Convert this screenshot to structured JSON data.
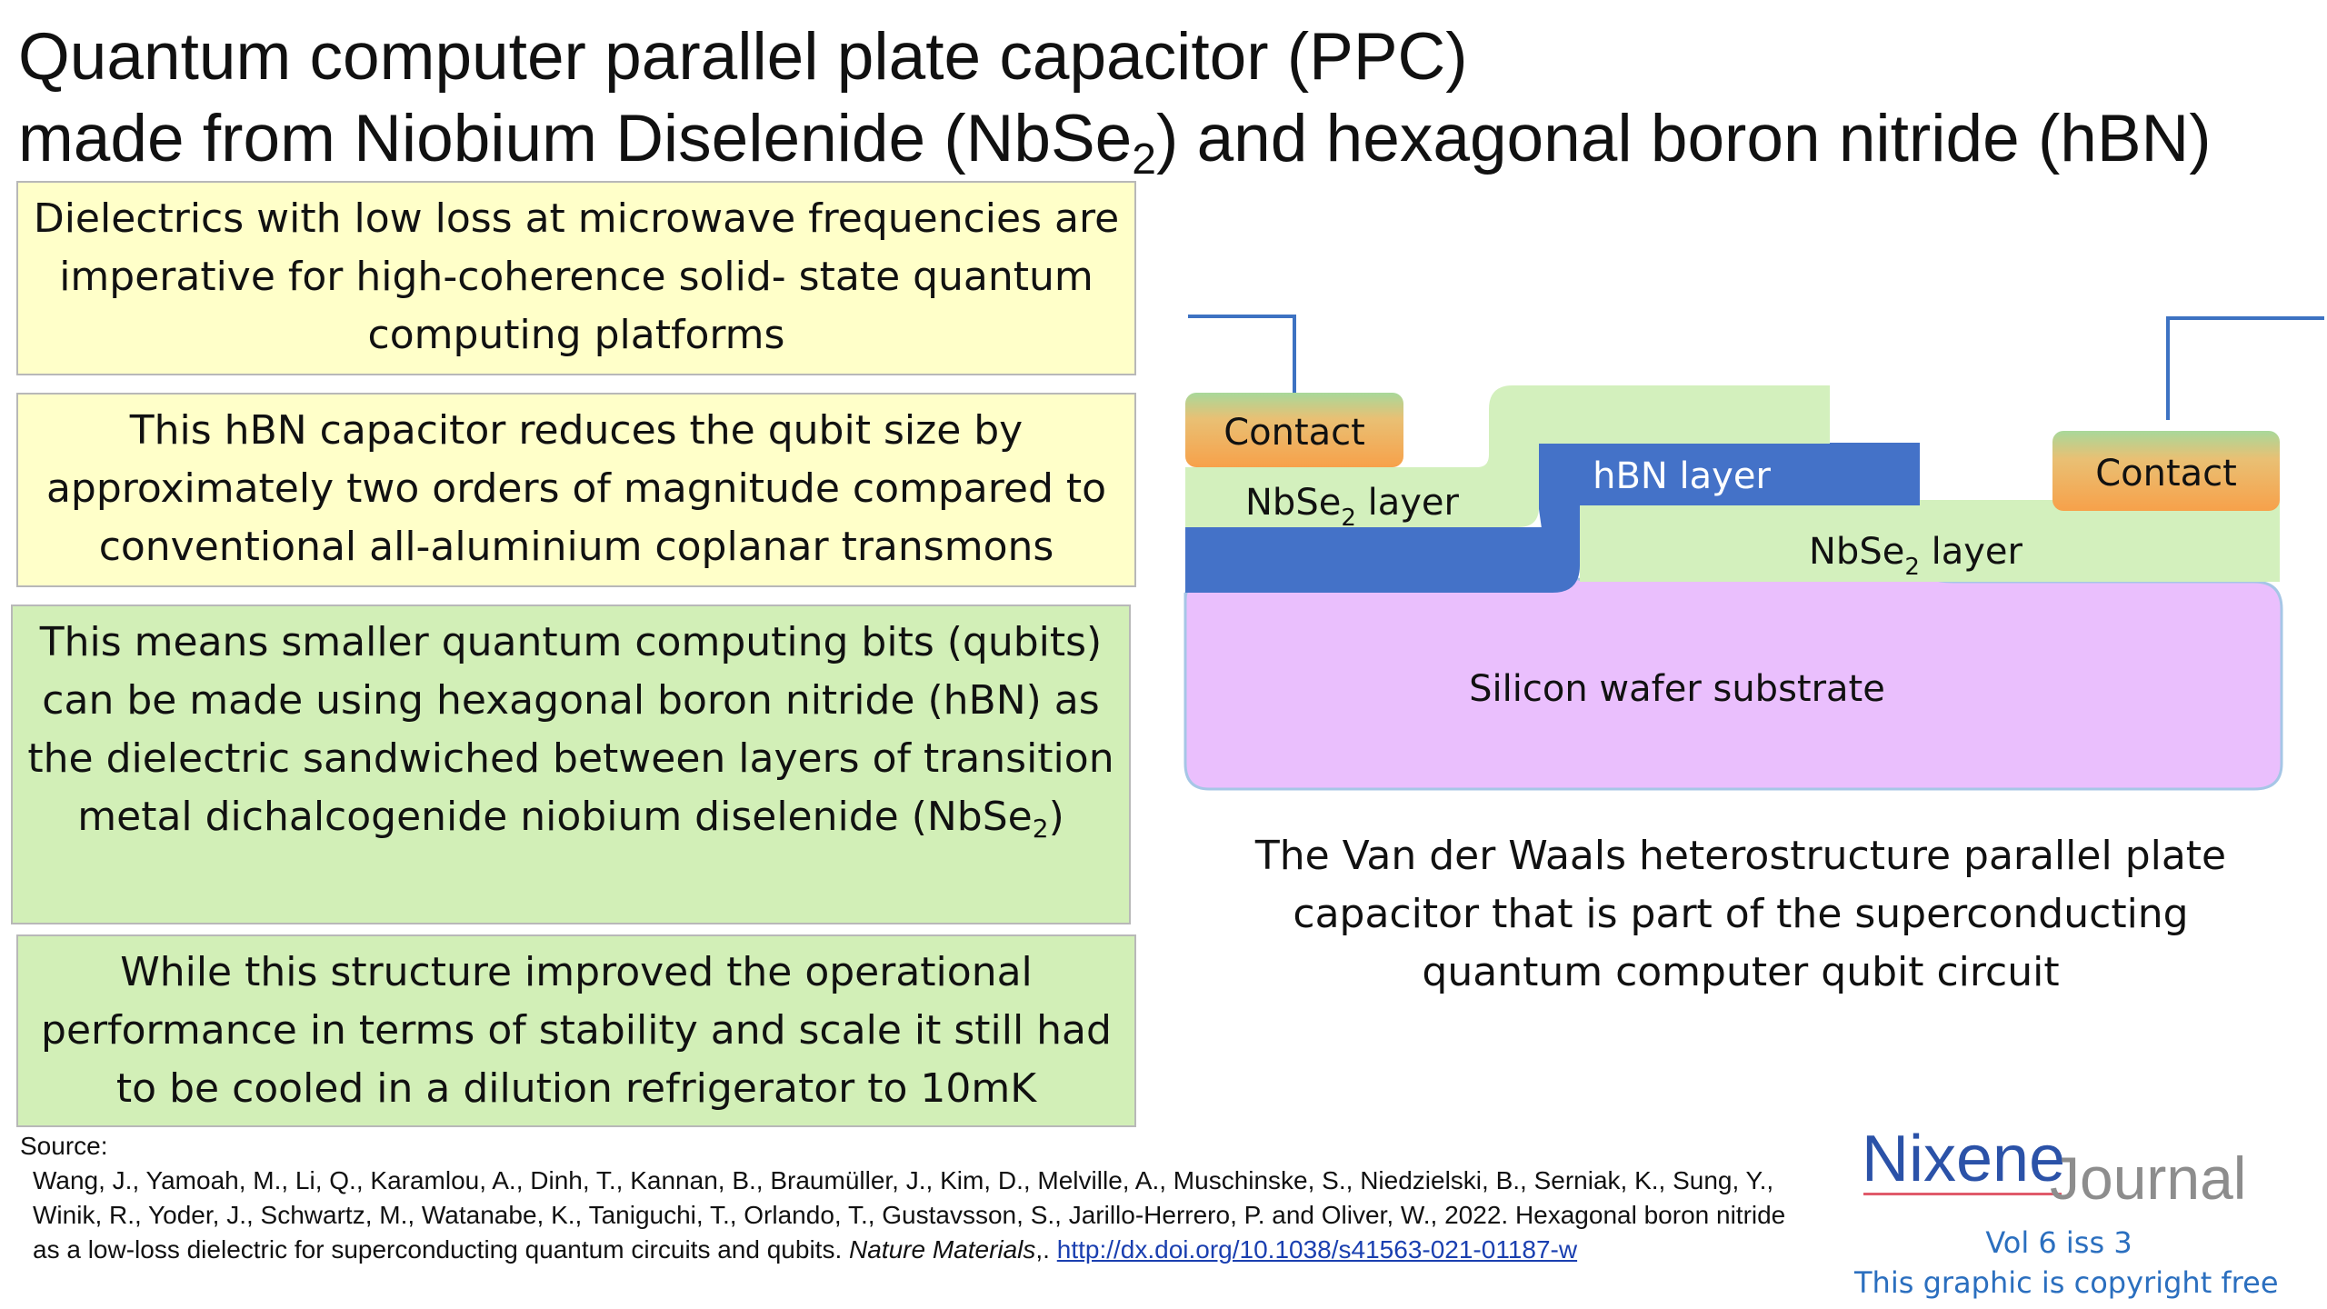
{
  "title": {
    "line1": "Quantum computer parallel plate capacitor (PPC)",
    "line2_before_sub": "made from Niobium Diselenide (NbSe",
    "line2_sub": "2",
    "line2_after_sub": ") and hexagonal boron nitride (hBN)"
  },
  "boxes": [
    {
      "text": "Dielectrics with low loss at microwave frequencies are imperative for high-coherence solid- state quantum computing platforms",
      "color": "#ffffc9"
    },
    {
      "text": "This hBN capacitor reduces the qubit size by approximately two orders of magnitude compared to conventional all-aluminium coplanar transmons",
      "color": "#ffffc9"
    },
    {
      "text_before_sub": "This means smaller quantum computing bits (qubits) can be made using hexagonal boron nitride (hBN) as the dielectric sandwiched between layers of transition metal dichalcogenide niobium diselenide (NbSe",
      "sub": "2",
      "text_after_sub": ")",
      "color": "#d2efb7"
    },
    {
      "text": "While this structure improved the operational performance in terms of stability and scale it still had to be cooled in a dilution refrigerator to 10mK",
      "color": "#d2efb7"
    }
  ],
  "diagram": {
    "contact_left": "Contact",
    "contact_right": "Contact",
    "nbse2_left": "NbSe",
    "nbse2_left_sub": "2",
    "nbse2_left_suffix": " layer",
    "hbn": "hBN layer",
    "nbse2_right": "NbSe",
    "nbse2_right_sub": "2",
    "nbse2_right_suffix": " layer",
    "substrate": "Silicon wafer substrate",
    "colors": {
      "nbse2": "#d3f0bd",
      "hbn": "#4472c8",
      "substrate": "#eabffd",
      "contact_top": "#a8d89a",
      "contact_bottom": "#f7a14a",
      "wire": "#3d72c2"
    }
  },
  "caption": "The Van der Waals heterostructure parallel plate capacitor that is part of the superconducting quantum computer qubit circuit",
  "source": {
    "label": "Source:",
    "citation": "Wang, J., Yamoah, M., Li, Q., Karamlou, A., Dinh, T., Kannan, B., Braumüller, J., Kim, D., Melville, A., Muschinske, S., Niedzielski, B., Serniak, K., Sung, Y., Winik, R., Yoder, J., Schwartz, M., Watanabe, K., Taniguchi, T., Orlando, T., Gustavsson, S., Jarillo-Herrero, P. and Oliver, W., 2022. Hexagonal boron nitride as a low-loss dielectric for superconducting quantum circuits and qubits.",
    "journal": "Nature Materials",
    "journal_suffix": ",.",
    "link": "http://dx.doi.org/10.1038/s41563-021-01187-w"
  },
  "brand": {
    "name": "Nixene",
    "subtitle": "Journal",
    "volume": "Vol 6 iss 3",
    "copyright": "This graphic is copyright free"
  }
}
